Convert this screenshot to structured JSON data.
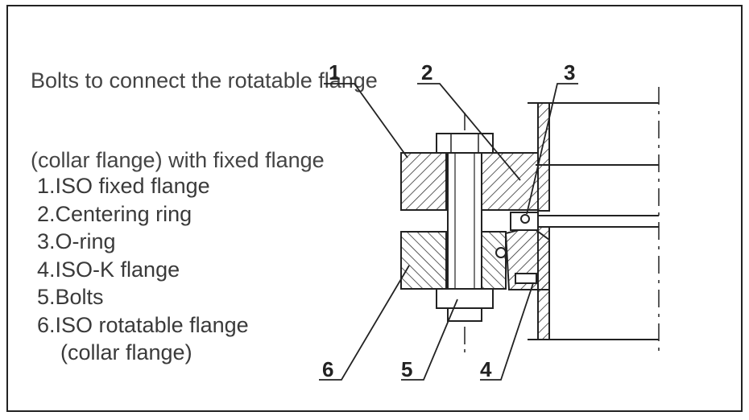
{
  "title": {
    "line1": "Bolts to connect the rotatable flange",
    "line2": "(collar flange) with fixed flange"
  },
  "legend": [
    "1.ISO fixed flange",
    "2.Centering ring",
    "3.O-ring",
    "4.ISO-K flange",
    "5.Bolts",
    "6.ISO rotatable flange",
    "(collar flange)"
  ],
  "callouts": {
    "c1": "1",
    "c2": "2",
    "c3": "3",
    "c4": "4",
    "c5": "5",
    "c6": "6"
  }
}
